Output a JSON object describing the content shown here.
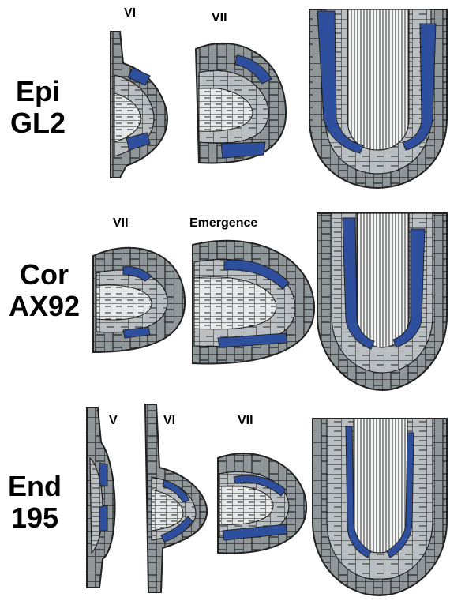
{
  "rows": [
    {
      "marker_line1": "Epi",
      "marker_line2": "GL2",
      "stages": [
        "VI",
        "VII"
      ]
    },
    {
      "marker_line1": "Cor",
      "marker_line2": "AX92",
      "stages": [
        "VII",
        "Emergence"
      ]
    },
    {
      "marker_line1": "End",
      "marker_line2": "195",
      "stages": [
        "V",
        "VI",
        "VII"
      ]
    }
  ],
  "colors": {
    "cell_fill_dark": "#8f979b",
    "cell_fill_mid": "#b9bfc2",
    "cell_fill_light": "#e6e9ea",
    "cell_stroke": "#222222",
    "marker_blue": "#2e4f9e"
  }
}
